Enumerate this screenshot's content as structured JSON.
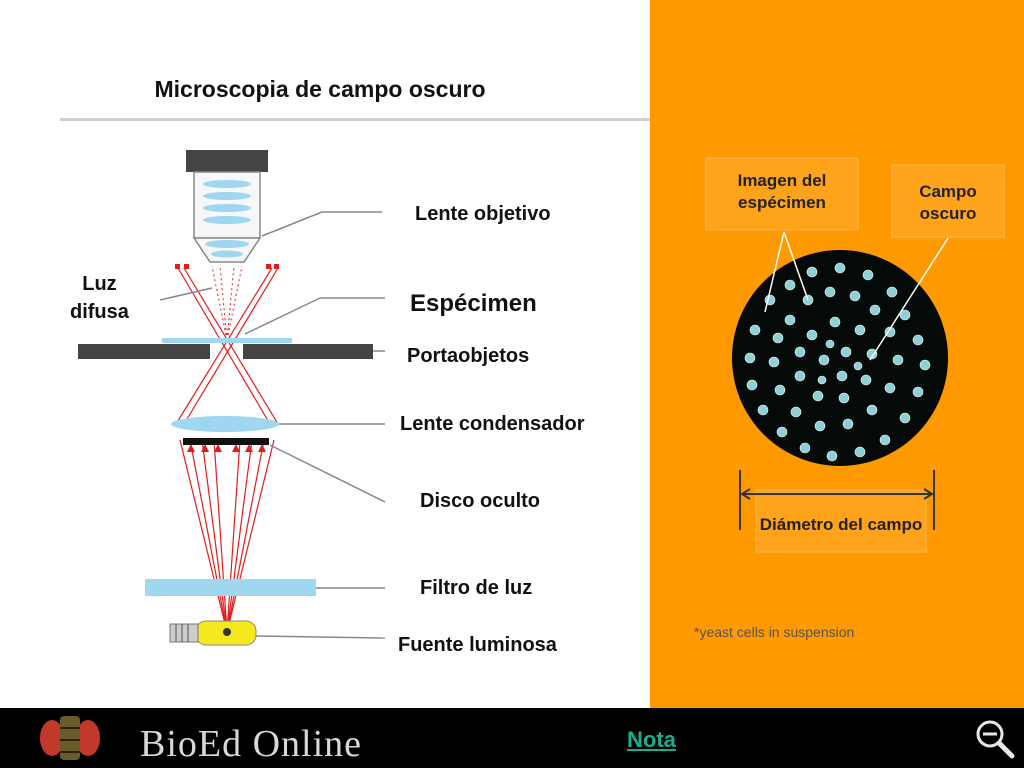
{
  "slide": {
    "title": "Microscopia de campo oscuro",
    "labels": {
      "objective": "Lente objetivo",
      "diffuse": "Luz\ndifusa",
      "specimen": "Espécimen",
      "slide": "Portaobjetos",
      "condenser": "Lente condensador",
      "stop": "Disco oculto",
      "filter": "Filtro de luz",
      "source": "Fuente luminosa"
    },
    "panel": {
      "image_callout": "Imagen del\nespécimen",
      "field_callout": "Campo\noscuro",
      "diameter": "Diámetro del campo",
      "footnote": "*yeast cells in suspension"
    }
  },
  "footer": {
    "brand": "BioEd Online",
    "link_label": "Nota",
    "zoom_icon": "zoom-out-icon",
    "logo_icon": "bee-logo-icon"
  },
  "colors": {
    "panel_bg": "#ff9900",
    "ray": "#e51b1b",
    "lens": "#9fd6f0",
    "link": "#16b08f"
  }
}
